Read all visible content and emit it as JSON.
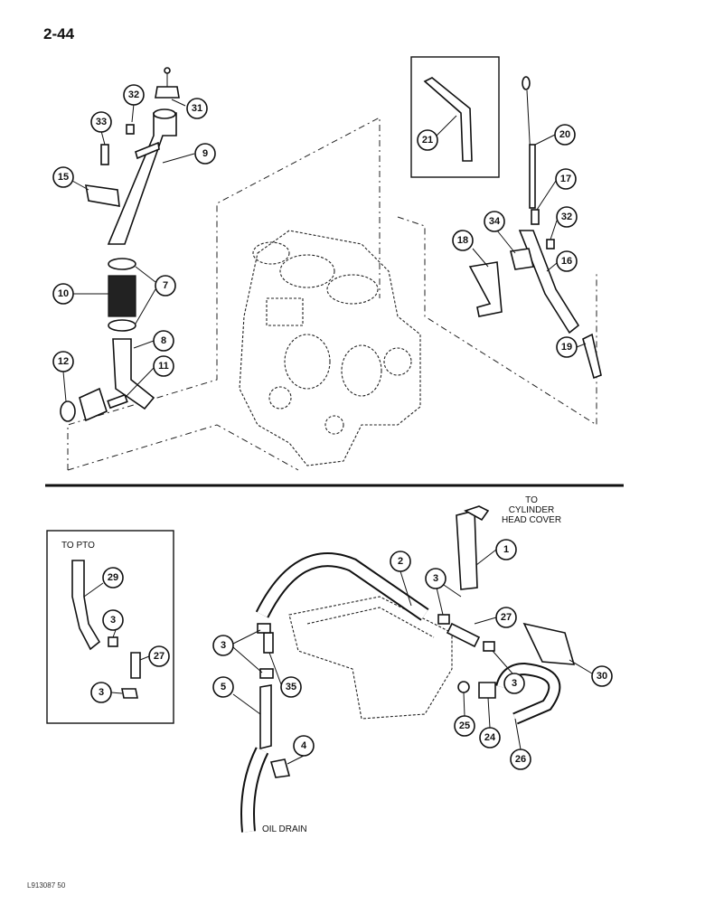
{
  "page_number": "2-44",
  "labels": {
    "to_cylinder_head_cover": "TO\nCYLINDER\nHEAD COVER",
    "to_pto": "TO PTO",
    "oil_drain": "OIL DRAIN"
  },
  "figure_code": "L913087 50",
  "callouts": {
    "top": [
      "31",
      "32",
      "33",
      "9",
      "15",
      "7",
      "10",
      "8",
      "12",
      "11",
      "21",
      "20",
      "17",
      "32",
      "34",
      "18",
      "16",
      "19"
    ],
    "bottom": [
      "1",
      "2",
      "3",
      "27",
      "30",
      "3",
      "26",
      "25",
      "24",
      "3",
      "35",
      "5",
      "4",
      "29",
      "3",
      "27",
      "3"
    ]
  }
}
